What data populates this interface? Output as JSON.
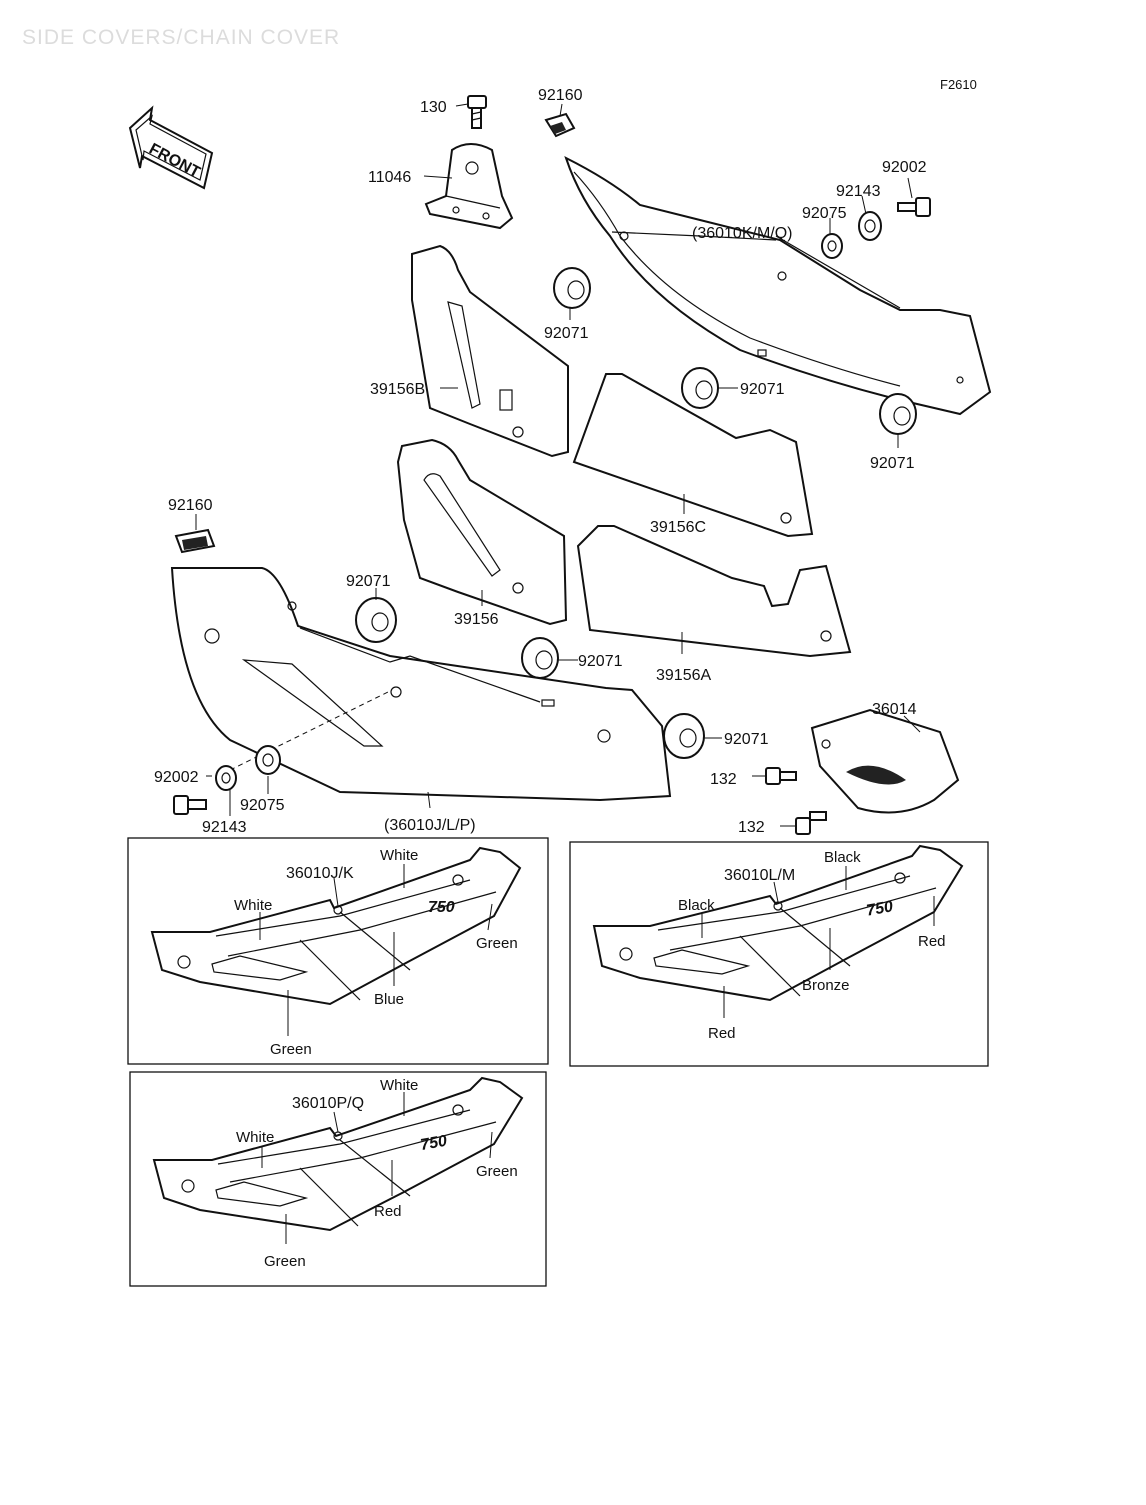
{
  "header": {
    "title": "SIDE COVERS/CHAIN COVER",
    "figure_code": "F2610",
    "front_arrow_text": "FRONT"
  },
  "parts": {
    "bolt_130": "130",
    "clip_92160_top": "92160",
    "bracket_11046": "11046",
    "bolt_92002_top": "92002",
    "washer_92143_top": "92143",
    "collar_92075_top": "92075",
    "cover_right": "(36010K/M/Q)",
    "grommet_92071_a": "92071",
    "grommet_92071_b": "92071",
    "grommet_92071_c": "92071",
    "pad_39156B": "39156B",
    "pad_39156C": "39156C",
    "clip_92160_left": "92160",
    "grommet_92071_d": "92071",
    "pad_39156": "39156",
    "grommet_92071_e": "92071",
    "pad_39156A": "39156A",
    "chain_cover_36014": "36014",
    "grommet_92071_f": "92071",
    "bolt_132_a": "132",
    "bolt_132_b": "132",
    "bolt_92002_left": "92002",
    "collar_92075_left": "92075",
    "washer_92143_left": "92143",
    "cover_left": "(36010J/L/P)"
  },
  "variants": [
    {
      "code": "36010J/K",
      "emblem": "750",
      "colors": {
        "top_stripe": "White",
        "upper_left": "White",
        "right": "Green",
        "middle": "Blue",
        "bottom": "Green"
      }
    },
    {
      "code": "36010L/M",
      "emblem": "750",
      "colors": {
        "top_stripe": "Black",
        "upper_left": "Black",
        "right": "Red",
        "middle": "Bronze",
        "bottom": "Red"
      }
    },
    {
      "code": "36010P/Q",
      "emblem": "750",
      "colors": {
        "top_stripe": "White",
        "upper_left": "White",
        "right": "Green",
        "middle": "Red",
        "bottom": "Green"
      }
    }
  ]
}
